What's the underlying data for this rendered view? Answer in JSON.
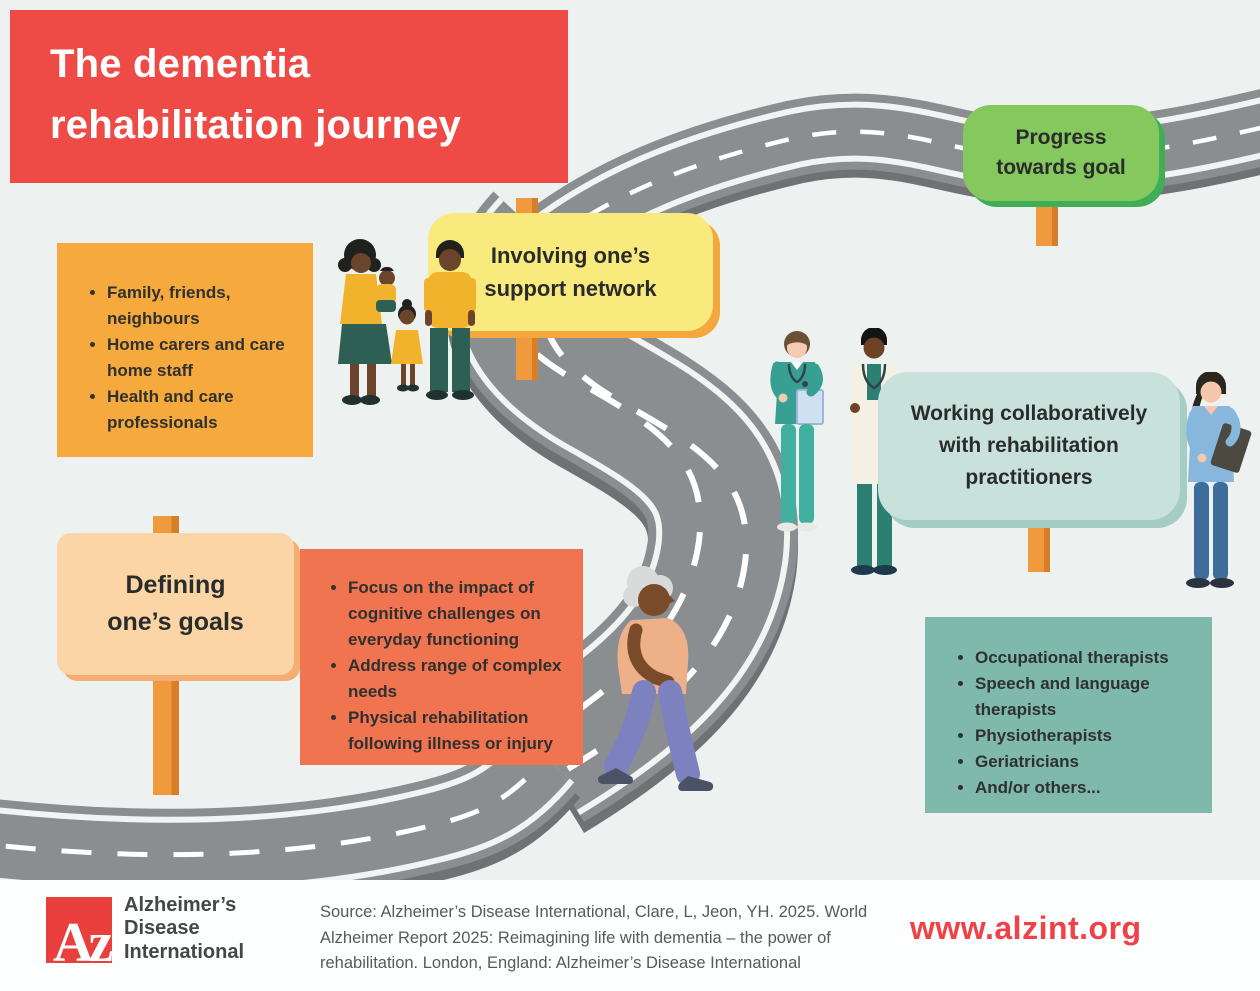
{
  "title": "The dementia rehabilitation journey",
  "signs": {
    "progress_goal": "Progress towards goal",
    "support_network": "Involving one’s support network",
    "defining_goals": "Defining one’s goals",
    "working_collaboratively": "Working collaboratively with rehabilitation practitioners"
  },
  "lists": {
    "support_network": [
      "Family, friends, neighbours",
      "Home carers and care home staff",
      "Health and care professionals"
    ],
    "defining_goals": [
      "Focus on the impact of cognitive challenges on everyday functioning",
      "Address range of complex needs",
      "Physical rehabilitation following illness or injury"
    ],
    "practitioners": [
      "Occupational therapists",
      "Speech and language therapists",
      "Physiotherapists",
      "Geriatricians",
      "And/or others..."
    ]
  },
  "footer": {
    "logo_monogram": "Az",
    "org_name_lines": [
      "Alzheimer’s",
      "Disease",
      "International"
    ],
    "source_text": "Source: Alzheimer’s Disease International, Clare, L, Jeon, YH. 2025. World Alzheimer Report 2025: Reimagining life with dementia – the power of rehabilitation. London, England: Alzheimer’s Disease International",
    "website": "www.alzint.org"
  },
  "colors": {
    "header_red": "#ee4b47",
    "background": "#edf2f1",
    "road_gray": "#8a8e90",
    "road_side": "#6f7274",
    "post_orange": "#f09a3e",
    "post_orange_dark": "#d97e28",
    "sign_green": "#85c95e",
    "sign_green_shadow": "#3fae57",
    "sign_yellow": "#f9ea7e",
    "sign_yellow_shadow": "#f3a73d",
    "sign_peach": "#fbd5a5",
    "sign_peach_shadow": "#f5ad72",
    "sign_teal": "#c8e1da",
    "sign_teal_shadow": "#a6cdc3",
    "box_orange": "#f6a93c",
    "box_coral": "#f0744f",
    "box_teal": "#7fb9ac",
    "text_dark": "#2f3030",
    "source_gray": "#58595b",
    "link_red": "#ef4248",
    "logo_red": "#e9403e"
  }
}
